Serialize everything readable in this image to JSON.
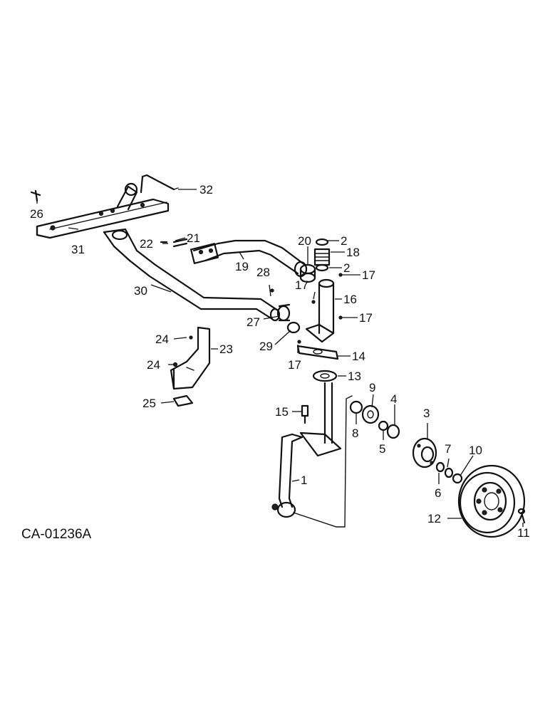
{
  "drawing_code": "CA-01236A",
  "callouts": [
    {
      "id": "c1",
      "text": "1"
    },
    {
      "id": "c2a",
      "text": "2"
    },
    {
      "id": "c2b",
      "text": "2"
    },
    {
      "id": "c3",
      "text": "3"
    },
    {
      "id": "c4",
      "text": "4"
    },
    {
      "id": "c5",
      "text": "5"
    },
    {
      "id": "c6",
      "text": "6"
    },
    {
      "id": "c7",
      "text": "7"
    },
    {
      "id": "c8",
      "text": "8"
    },
    {
      "id": "c9",
      "text": "9"
    },
    {
      "id": "c10",
      "text": "10"
    },
    {
      "id": "c11",
      "text": "11"
    },
    {
      "id": "c12",
      "text": "12"
    },
    {
      "id": "c13",
      "text": "13"
    },
    {
      "id": "c14",
      "text": "14"
    },
    {
      "id": "c15",
      "text": "15"
    },
    {
      "id": "c16",
      "text": "16"
    },
    {
      "id": "c17a",
      "text": "17"
    },
    {
      "id": "c17b",
      "text": "17"
    },
    {
      "id": "c17c",
      "text": "17"
    },
    {
      "id": "c17d",
      "text": "17"
    },
    {
      "id": "c18",
      "text": "18"
    },
    {
      "id": "c19",
      "text": "19"
    },
    {
      "id": "c20",
      "text": "20"
    },
    {
      "id": "c21",
      "text": "21"
    },
    {
      "id": "c22",
      "text": "22"
    },
    {
      "id": "c23",
      "text": "23"
    },
    {
      "id": "c24a",
      "text": "24"
    },
    {
      "id": "c24b",
      "text": "24"
    },
    {
      "id": "c25",
      "text": "25"
    },
    {
      "id": "c26",
      "text": "26"
    },
    {
      "id": "c27",
      "text": "27"
    },
    {
      "id": "c28",
      "text": "28"
    },
    {
      "id": "c29",
      "text": "29"
    },
    {
      "id": "c30",
      "text": "30"
    },
    {
      "id": "c31",
      "text": "31"
    },
    {
      "id": "c32",
      "text": "32"
    }
  ]
}
